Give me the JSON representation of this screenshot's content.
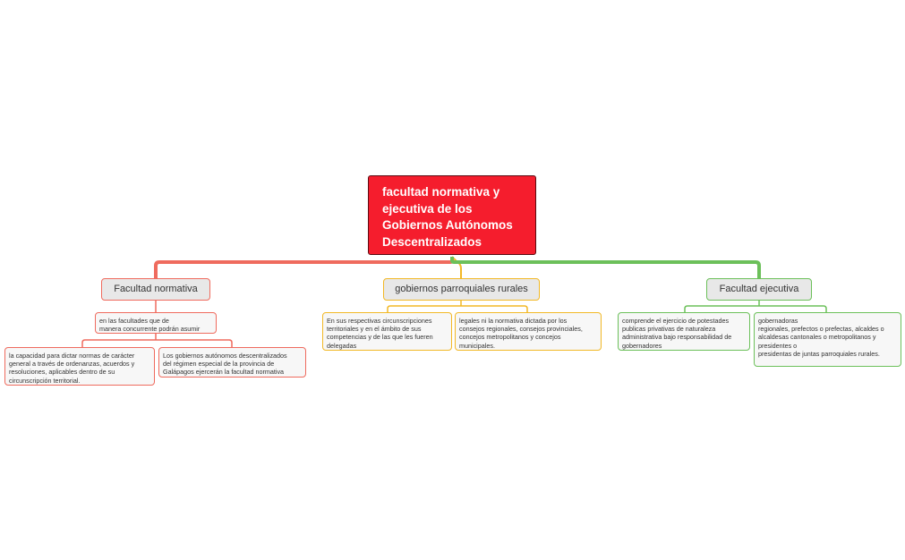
{
  "colors": {
    "root": "#f51d2d",
    "red": "#ef6b5e",
    "yellow": "#f2b826",
    "green": "#6cc05a"
  },
  "root": {
    "title": "facultad normativa y ejecutiva de los Gobiernos Autónomos Descentralizados"
  },
  "branches": [
    {
      "label": "Facultad normativa",
      "detail": "en las facultades que de\nmanera concurrente podrán asumir",
      "children": [
        "la capacidad para dictar normas de carácter\ngeneral a través de ordenanzas, acuerdos y\nresoluciones, aplicables dentro de su\ncircunscripción territorial.",
        "Los gobiernos autónomos descentralizados\ndel régimen especial de la provincia de\nGalápagos ejercerán la facultad normativa"
      ]
    },
    {
      "label": "gobiernos parroquiales rurales",
      "children": [
        "En sus respectivas circunscripciones\nterritoriales y en el ámbito de sus\ncompetencias y de las que les fueren\ndelegadas",
        "legales ni la normativa dictada por los\nconsejos regionales, consejos provinciales,\nconcejos metropolitanos y concejos\nmunicipales."
      ]
    },
    {
      "label": "Facultad ejecutiva",
      "children": [
        "comprende el ejercicio de potestades\npublicas privativas de naturaleza\nadministrativa bajo responsabilidad de\ngobernadores",
        "gobernadoras\nregionales, prefectos o prefectas, alcaldes o\nalcaldesas cantonales o metropolitanos y\npresidentes o\npresidentas de juntas parroquiales rurales."
      ]
    }
  ]
}
